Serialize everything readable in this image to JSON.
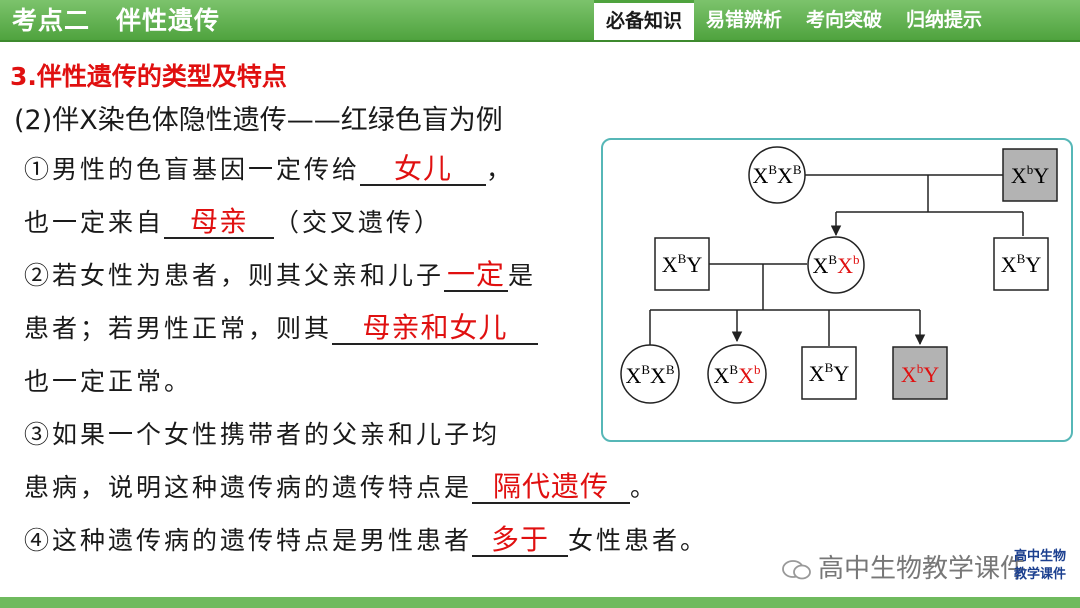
{
  "header": {
    "title_part1": "考点二",
    "title_part2": "伴性遗传",
    "tabs": [
      "必备知识",
      "易错辨析",
      "考向突破",
      "归纳提示"
    ],
    "active_tab": "必备知识"
  },
  "section_title": "3.伴性遗传的类型及特点",
  "subtitle": "(2)伴X染色体隐性遗传——红绿色盲为例",
  "items": {
    "item1_a": "①男性的色盲基因一定传给",
    "item1_blank": "女儿",
    "item1_b": "，",
    "item1_c": "也一定来自",
    "item1_blank2": "母亲",
    "item1_d": "（交叉遗传）",
    "item2_a": "②若女性为患者，则其父亲和儿子",
    "item2_blank": "一定",
    "item2_b": "是",
    "item2_c": "患者；若男性正常，则其",
    "item2_blank2": "母亲和女儿",
    "item2_d": "也一定正常。",
    "item3_a": "③如果一个女性携带者的父亲和儿子均",
    "item3_b": "患病，说明这种遗传病的遗传特点是",
    "item3_blank": "隔代遗传",
    "item3_c": "。",
    "item4_a": "④这种遗传病的遗传特点是男性患者",
    "item4_blank": "多于",
    "item4_b": "女性患者。"
  },
  "pedigree": {
    "colors": {
      "normal": "#ffffff",
      "affected": "#b3b3b3",
      "red": "#e01010",
      "border": "#56b7b7"
    }
  },
  "watermark": "高中生物教学课件",
  "logo": {
    "line1": "高中生物",
    "line2": "教学课件"
  },
  "colors": {
    "header_green": "#5cae4b",
    "answer_red": "#e01010"
  }
}
